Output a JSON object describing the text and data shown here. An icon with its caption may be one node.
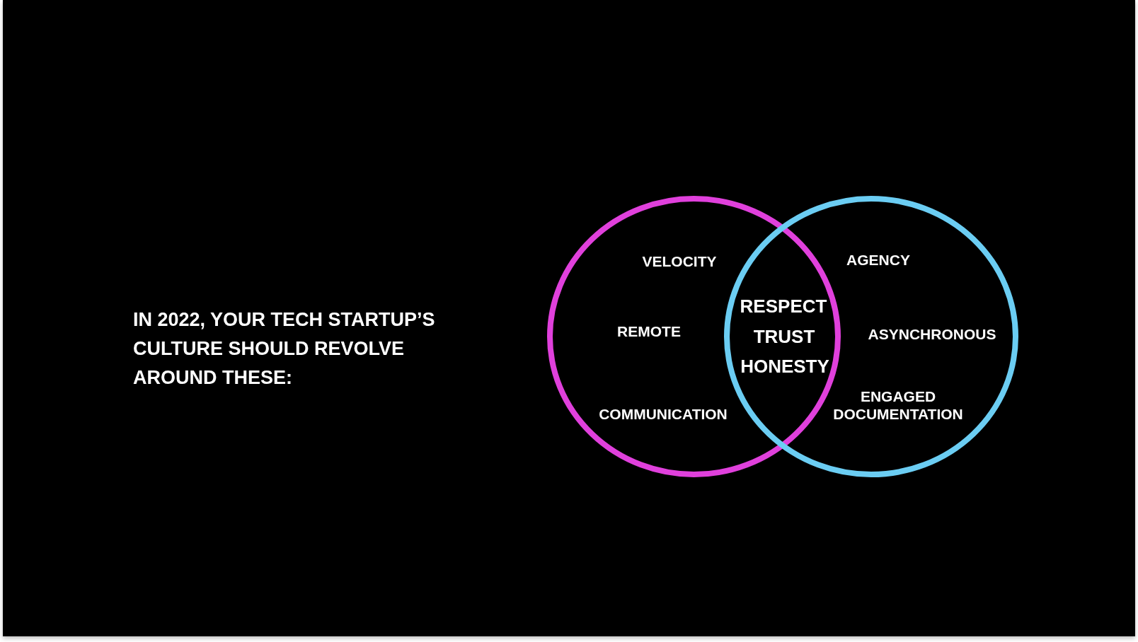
{
  "diagram": {
    "title": "IN 2022, YOUR TECH STARTUP’S CULTURE SHOULD REVOLVE AROUND THESE:",
    "nodes": [
      {
        "text": [
          "VELOCITY",
          "REMOTE",
          "COMMUNICATION"
        ]
      },
      {
        "text": [
          "AGENCY",
          "ASYNCHRONOUS",
          "ENGAGED DOCUMENTATION"
        ]
      }
    ],
    "labels": [
      "RESPECT",
      "TRUST",
      "HONESTY"
    ]
  }
}
